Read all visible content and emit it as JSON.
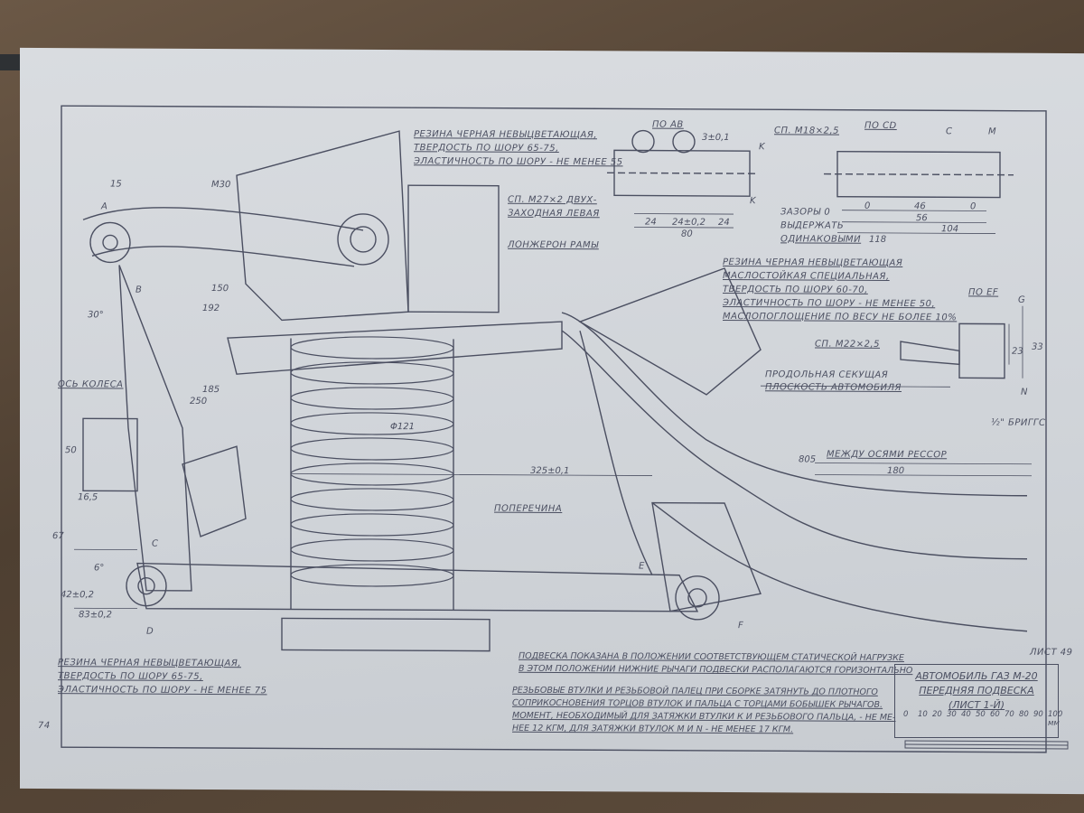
{
  "labels": {
    "rubber_top": [
      "РЕЗИНА ЧЕРНАЯ НЕВЫЦВЕТАЮЩАЯ,",
      "ТВЕРДОСТЬ ПО ШОРУ 65-75,",
      "ЭЛАСТИЧНОСТЬ ПО ШОРУ - НЕ МЕНЕЕ 55"
    ],
    "thread_m27": [
      "СП. М27×2 ДВУХ-",
      "ЗАХОДНАЯ ЛЕВАЯ"
    ],
    "frame_member": "ЛОНЖЕРОН РАМЫ",
    "view_ab": "ПО АВ",
    "view_cd": "ПО CD",
    "thread_m18": "СП. М18×2,5",
    "gaps": [
      "ЗАЗОРЫ 0",
      "ВЫДЕРЖАТЬ",
      "ОДИНАКОВЫМИ"
    ],
    "rubber_mid": [
      "РЕЗИНА ЧЕРНАЯ НЕВЫЦВЕТАЮЩАЯ",
      "МАСЛОСТОЙКАЯ СПЕЦИАЛЬНАЯ,",
      "ТВЕРДОСТЬ ПО ШОРУ 60-70,",
      "ЭЛАСТИЧНОСТЬ ПО ШОРУ - НЕ МЕНЕЕ 50,",
      "МАСЛОПОГЛОЩЕНИЕ ПО ВЕСУ НЕ БОЛЕЕ 10%"
    ],
    "view_ef": "ПО EF",
    "thread_m22": "СП. М22×2,5",
    "section_plane": [
      "ПРОДОЛЬНАЯ СЕКУЩАЯ",
      "ПЛОСКОСТЬ АВТОМОБИЛЯ"
    ],
    "briggs": "½\" БРИГГС",
    "between_springs": "МЕЖДУ ОСЯМИ РЕССОР",
    "crossmember": "ПОПЕРЕЧИНА",
    "wheel_axis": "ОСЬ КОЛЕСА",
    "rubber_bottom": [
      "РЕЗИНА ЧЕРНАЯ НЕВЫЦВЕТАЮЩАЯ,",
      "ТВЕРДОСТЬ ПО ШОРУ 65-75,",
      "ЭЛАСТИЧНОСТЬ ПО ШОРУ - НЕ МЕНЕЕ 75"
    ]
  },
  "dims": {
    "d_3": "3±0,1",
    "d_24a": "24",
    "d_24b": "24±0,2",
    "d_24c": "24",
    "d_80": "80",
    "d_0a": "0",
    "d_46": "46",
    "d_56": "56",
    "d_0b": "0",
    "d_104": "104",
    "d_118": "118",
    "d_23": "23",
    "d_33": "33",
    "d_805": "805",
    "d_180": "180",
    "d_325": "325±0,1",
    "d_121": "Φ121",
    "d_30": "30°",
    "d_15": "15",
    "d_192": "192",
    "d_150": "150",
    "d_250": "250",
    "d_185": "185",
    "d_50": "50",
    "d_165": "16,5",
    "d_67": "67",
    "d_6": "6°",
    "d_42": "42±0,2",
    "d_83": "83±0,2",
    "d_m30": "M30"
  },
  "letters": {
    "a": "A",
    "b": "B",
    "c": "C",
    "d": "D",
    "e": "E",
    "f": "F",
    "k": "K",
    "k2": "K",
    "g": "G",
    "m": "M",
    "n": "N",
    "cc": "C"
  },
  "notes": {
    "static": [
      "ПОДВЕСКА ПОКАЗАНА В ПОЛОЖЕНИИ СООТВЕТСТВУЮЩЕМ СТАТИЧЕСКОЙ НАГРУЗКЕ",
      "В ЭТОМ ПОЛОЖЕНИИ НИЖНИЕ РЫЧАГИ ПОДВЕСКИ РАСПОЛАГАЮТСЯ ГОРИЗОНТАЛЬНО"
    ],
    "bushings": [
      "РЕЗЬБОВЫЕ ВТУЛКИ И РЕЗЬБОВОЙ ПАЛЕЦ ПРИ СБОРКЕ ЗАТЯНУТЬ ДО ПЛОТНОГО",
      "СОПРИКОСНОВЕНИЯ ТОРЦОВ ВТУЛОК И ПАЛЬЦА С ТОРЦАМИ БОБЫШЕК РЫЧАГОВ.",
      "МОМЕНТ, НЕОБХОДИМЫЙ ДЛЯ ЗАТЯЖКИ ВТУЛКИ К И РЕЗЬБОВОГО ПАЛЬЦА, - НЕ МЕ-",
      "НЕЕ 12 КГМ, ДЛЯ ЗАТЯЖКИ ВТУЛОК M И N - НЕ МЕНЕЕ 17 КГМ."
    ]
  },
  "sheet": "ЛИСТ 49",
  "title_block": {
    "line1": "АВТОМОБИЛЬ ГАЗ М-20",
    "line2": "ПЕРЕДНЯЯ ПОДВЕСКА",
    "line3": "(ЛИСТ 1-Й)"
  },
  "scale": [
    "0",
    "10",
    "20",
    "30",
    "40",
    "50",
    "60",
    "70",
    "80",
    "90",
    "100 мм"
  ],
  "page_number": "74",
  "colors": {
    "ink": "#4b4f61",
    "paper": "#d4d7dc",
    "background": "#5a4a3a"
  }
}
